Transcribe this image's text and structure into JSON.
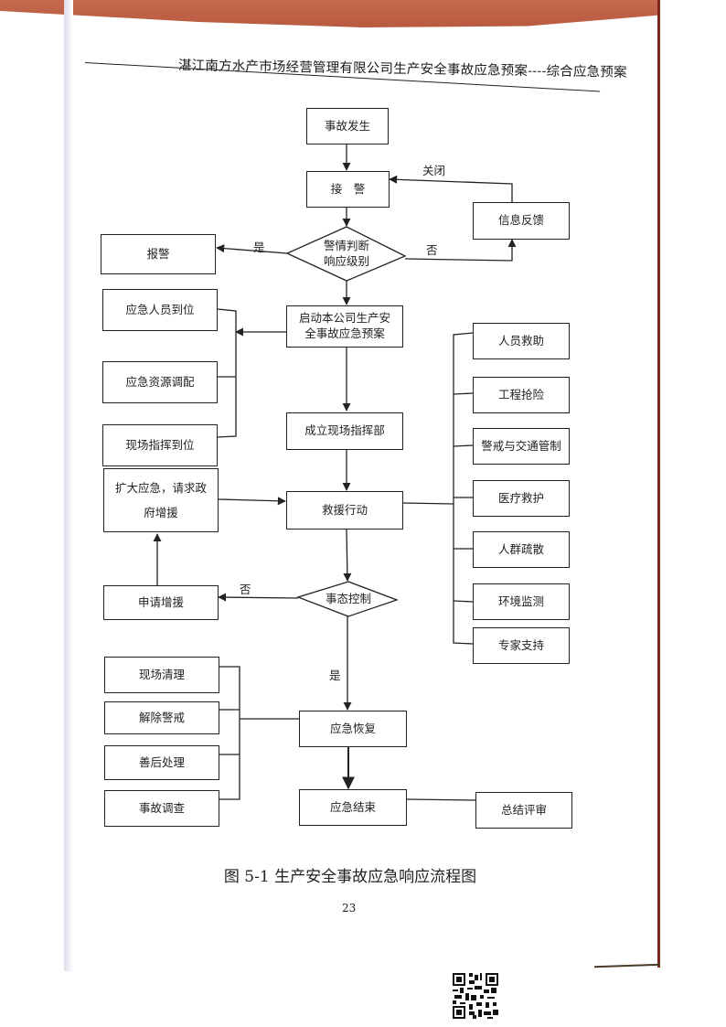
{
  "header": {
    "title": "湛江南方水产市场经营管理有限公司生产安全事故应急预案----综合应急预案"
  },
  "flowchart": {
    "nodes": {
      "accident_occurs": "事故发生",
      "receive_alarm": "接　警",
      "info_feedback": "信息反馈",
      "judge_alarm": "警情判断\n响应级别",
      "report_alarm": "报警",
      "personnel_in_place": "应急人员到位",
      "start_plan": "启动本公司生产安\n全事故应急预案",
      "resource_dispatch": "应急资源调配",
      "rescue_people": "人员救助",
      "engineering_rescue": "工程抢险",
      "setup_command": "成立现场指挥部",
      "traffic_control": "警戒与交通管制",
      "command_in_place": "现场指挥到位",
      "expand_response": "扩大应急，请求政\n府增援",
      "rescue_action": "救援行动",
      "medical_aid": "医疗救护",
      "crowd_evacuation": "人群疏散",
      "request_reinforcement": "申请增援",
      "situation_control": "事态控制",
      "env_monitoring": "环境监测",
      "expert_support": "专家支持",
      "site_cleanup": "现场清理",
      "lift_cordon": "解除警戒",
      "emergency_recovery": "应急恢复",
      "aftermath": "善后处理",
      "accident_investigation": "事故调查",
      "emergency_end": "应急结束",
      "summary_review": "总结评审"
    },
    "edge_labels": {
      "close": "关闭",
      "yes_report": "是",
      "no_feedback": "否",
      "no_reinforce": "否",
      "yes_recover": "是"
    }
  },
  "caption": "图 5-1 生产安全事故应急响应流程图",
  "page_number": "23",
  "colors": {
    "binder_red": "#b95a40",
    "line": "#222222"
  }
}
